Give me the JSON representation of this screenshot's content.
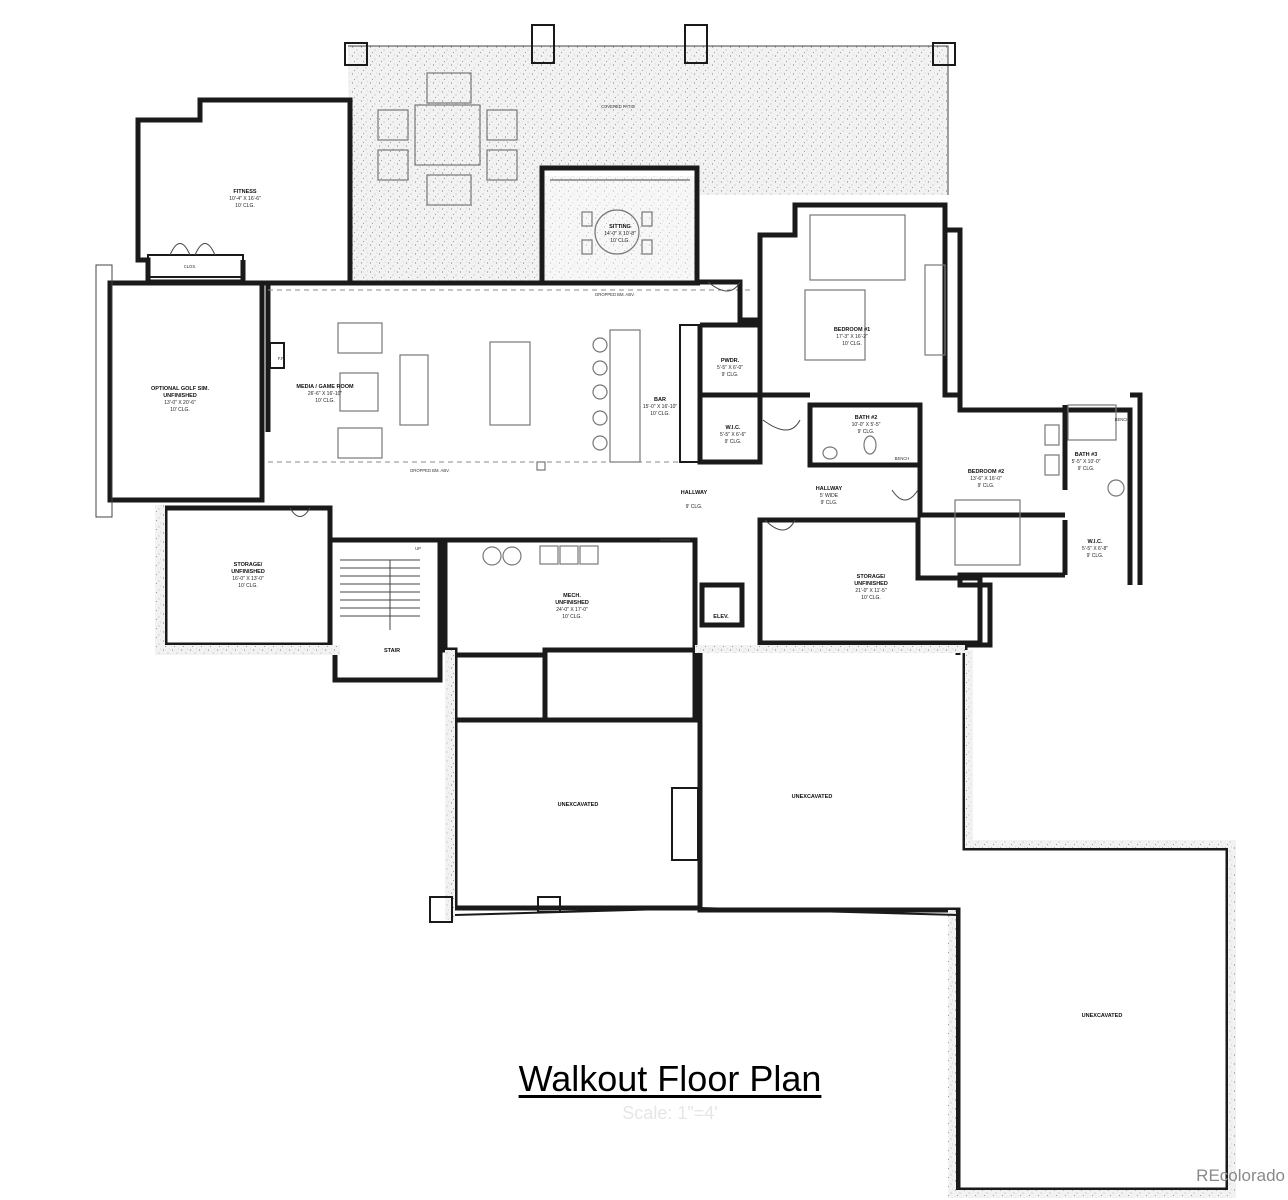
{
  "title": "Walkout Floor Plan",
  "scale": "Scale: 1\"=4'",
  "watermark": "REcolorado",
  "colors": {
    "wall": "#1a1a1a",
    "background": "#ffffff",
    "watermark": "#8a8a8a"
  },
  "labels": {
    "covered_patio": "COVERED PATIO",
    "fitness": {
      "name": "FITNESS",
      "size": "10'-4\" X 16'-6\"",
      "clg": "10' CLG."
    },
    "clos": "CLOS.",
    "sitting": {
      "name": "SITTING",
      "size": "14'-0\" X 10'-8\"",
      "clg": "10' CLG."
    },
    "dropped_bm_top": "DROPPED BM. ABV.",
    "dropped_bm_bottom": "DROPPED BM. ABV.",
    "golf": {
      "name": "OPTIONAL GOLF SIM.",
      "unfinished": "UNFINISHED",
      "size": "13'-0\" X 20'-6\"",
      "clg": "10' CLG."
    },
    "ff": "F.F.",
    "media": {
      "name": "MEDIA / GAME ROOM",
      "size": "26'-6\" X 16'-10\"",
      "clg": "10' CLG."
    },
    "bar": {
      "name": "BAR",
      "size": "15'-0\" X 16'-10\"",
      "clg": "10' CLG."
    },
    "pwdr": {
      "name": "PWDR.",
      "size": "5'-5\" X 6'-0\"",
      "clg": "9' CLG."
    },
    "wic1": {
      "name": "W.I.C.",
      "size": "5'-5\" X 6'-6\"",
      "clg": "9' CLG."
    },
    "bedroom1": {
      "name": "BEDROOM #1",
      "size": "17'-3\" X 16'-2\"",
      "clg": "10' CLG."
    },
    "bath2": {
      "name": "BATH #2",
      "size": "10'-0\" X 5'-5\"",
      "clg": "9' CLG.",
      "bench": "BENCH"
    },
    "bedroom2": {
      "name": "BEDROOM #2",
      "size": "13'-6\" X 16'-0\"",
      "clg": "9' CLG."
    },
    "bath3": {
      "name": "BATH #3",
      "size": "5'-5\" X 10'-0\"",
      "clg": "9' CLG.",
      "bench": "BENCH"
    },
    "wic2": {
      "name": "W.I.C.",
      "size": "5'-5\" X 6'-8\"",
      "clg": "9' CLG."
    },
    "hallway1": {
      "name": "HALLWAY",
      "clg": "9' CLG."
    },
    "hallway2": {
      "name": "HALLWAY",
      "width": "5' WIDE",
      "clg": "9' CLG."
    },
    "storage1": {
      "name": "STORAGE/",
      "unfinished": "UNFINISHED",
      "size": "16'-0\" X 13'-0\"",
      "clg": "10' CLG."
    },
    "stair": "STAIR",
    "up": "UP",
    "mech": {
      "name": "MECH.",
      "unfinished": "UNFINISHED",
      "size": "24'-0\" X 17'-0\"",
      "clg": "10' CLG."
    },
    "elev": "ELEV.",
    "storage2": {
      "name": "STORAGE/",
      "unfinished": "UNFINISHED",
      "size": "21'-0\" X 11'-5\"",
      "clg": "10' CLG."
    },
    "unexcavated1": "UNEXCAVATED",
    "unexcavated2": "UNEXCAVATED",
    "unexcavated3": "UNEXCAVATED"
  }
}
